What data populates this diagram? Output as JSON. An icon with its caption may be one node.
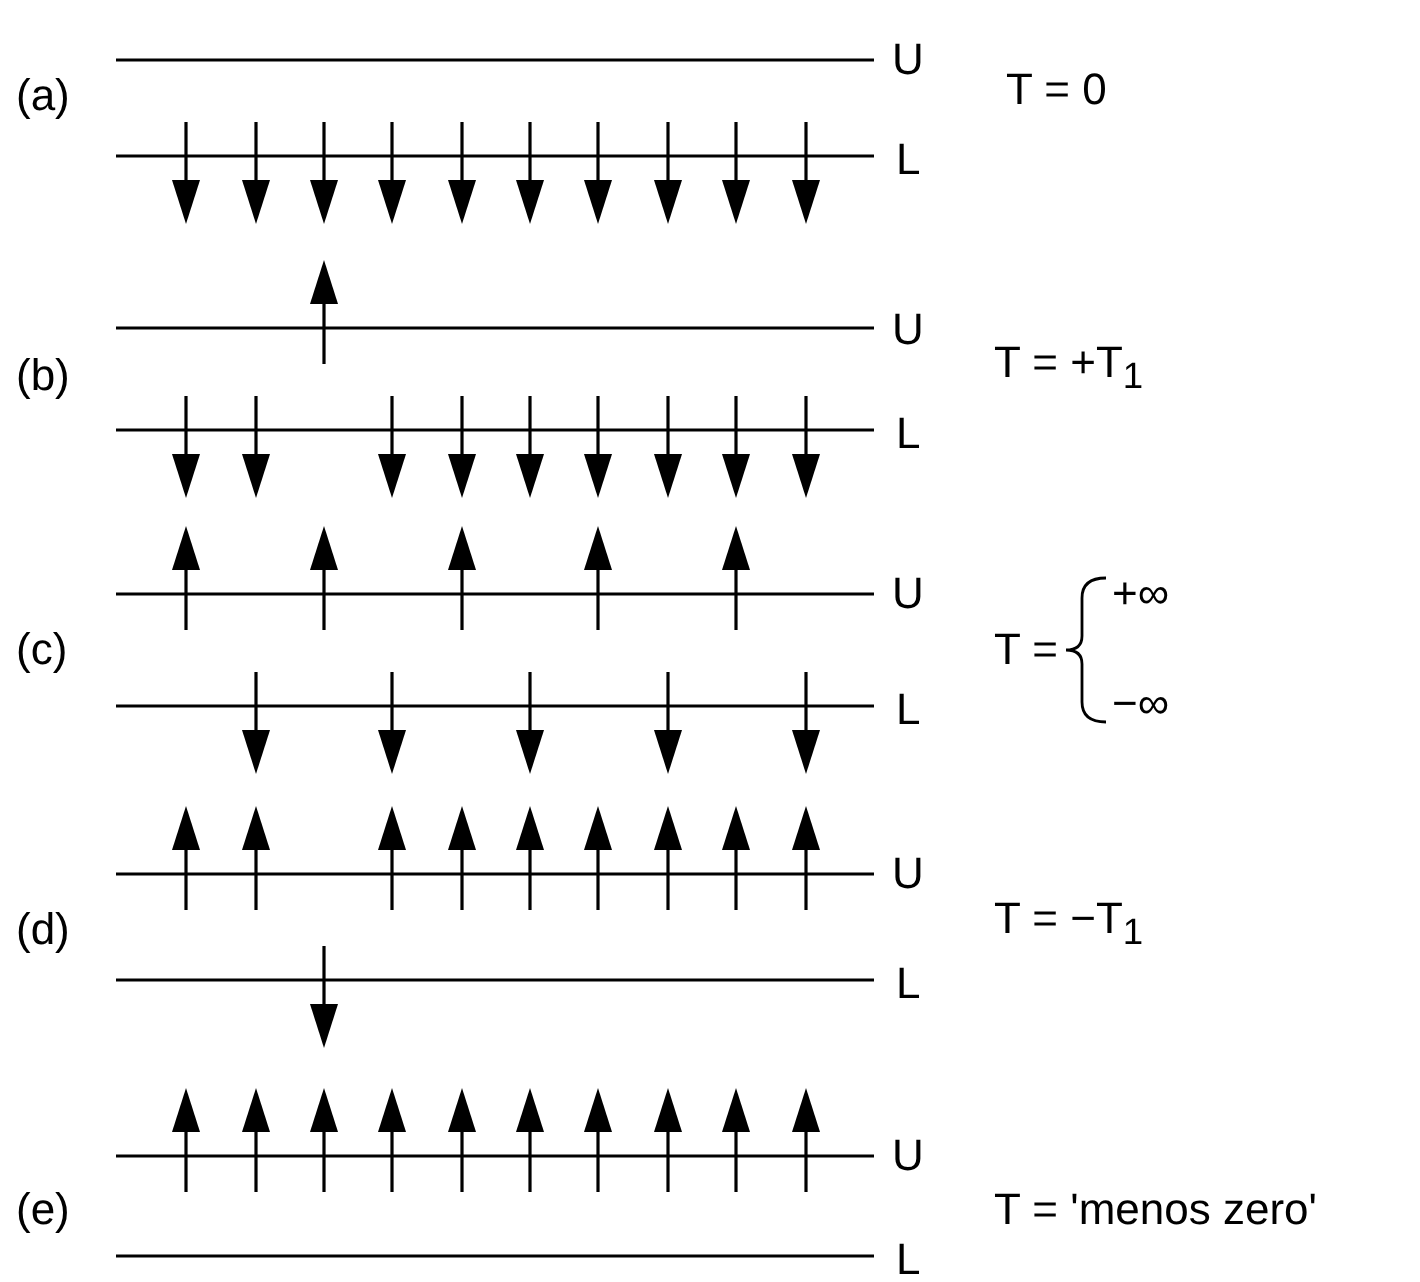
{
  "diagram": {
    "labels": [
      "U",
      "(a)",
      "T = 0",
      "L",
      "U",
      "(b)",
      "T = +T$_{1}$",
      "L",
      "U",
      "(c)",
      "T =",
      "+∞",
      "−∞",
      "L",
      "U",
      "(d)",
      "T = −T$_{1}$",
      "L",
      "U",
      "(e)",
      "T = 'menos zero'",
      "L"
    ]
  }
}
